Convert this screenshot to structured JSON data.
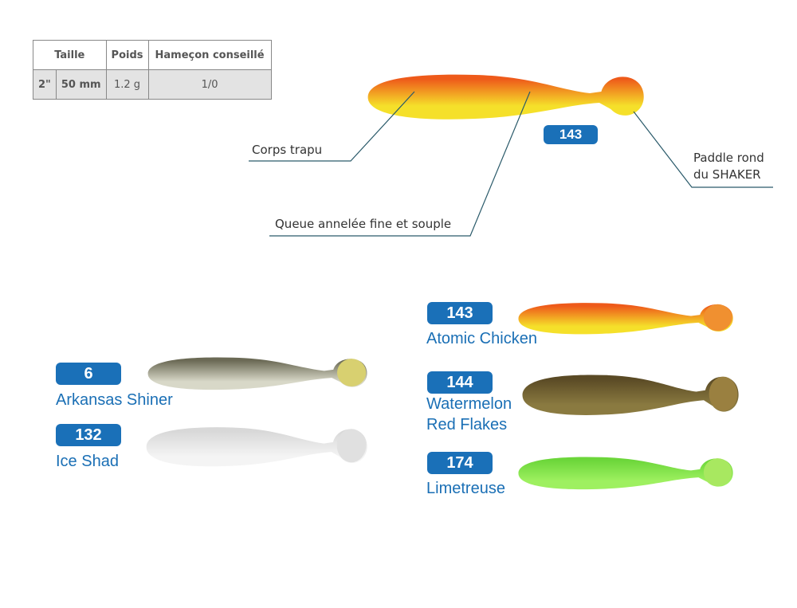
{
  "spec_table": {
    "headers": [
      "Taille",
      "Poids",
      "Hameçon conseillé"
    ],
    "row": [
      "2\"",
      "50 mm",
      "1.2 g",
      "1/0"
    ]
  },
  "main_lure": {
    "code": "143",
    "callouts": {
      "body": "Corps trapu",
      "tail": "Queue annelée fine et souple",
      "paddle_line1": "Paddle rond",
      "paddle_line2": "du SHAKER"
    }
  },
  "colors": [
    {
      "code": "6",
      "name": "Arkansas Shiner",
      "fill": "#6b6a55",
      "belly": "#d8d8c8",
      "paddle": "#d8d070"
    },
    {
      "code": "132",
      "name": "Ice Shad",
      "fill": "#d8d8d8",
      "belly": "#f4f4f4",
      "paddle": "#e0e0e0"
    },
    {
      "code": "143",
      "name": "Atomic Chicken",
      "fill": "#ee5a1a",
      "belly": "#f5e02a",
      "paddle": "#f09030"
    },
    {
      "code": "144",
      "name1": "Watermelon",
      "name2": "Red Flakes",
      "fill": "#5a4a25",
      "belly": "#8a7a40",
      "paddle": "#9a8040"
    },
    {
      "code": "174",
      "name": "Limetreuse",
      "fill": "#6cd63a",
      "belly": "#9ef060",
      "paddle": "#a8e860"
    }
  ],
  "accent": "#1a70b8"
}
